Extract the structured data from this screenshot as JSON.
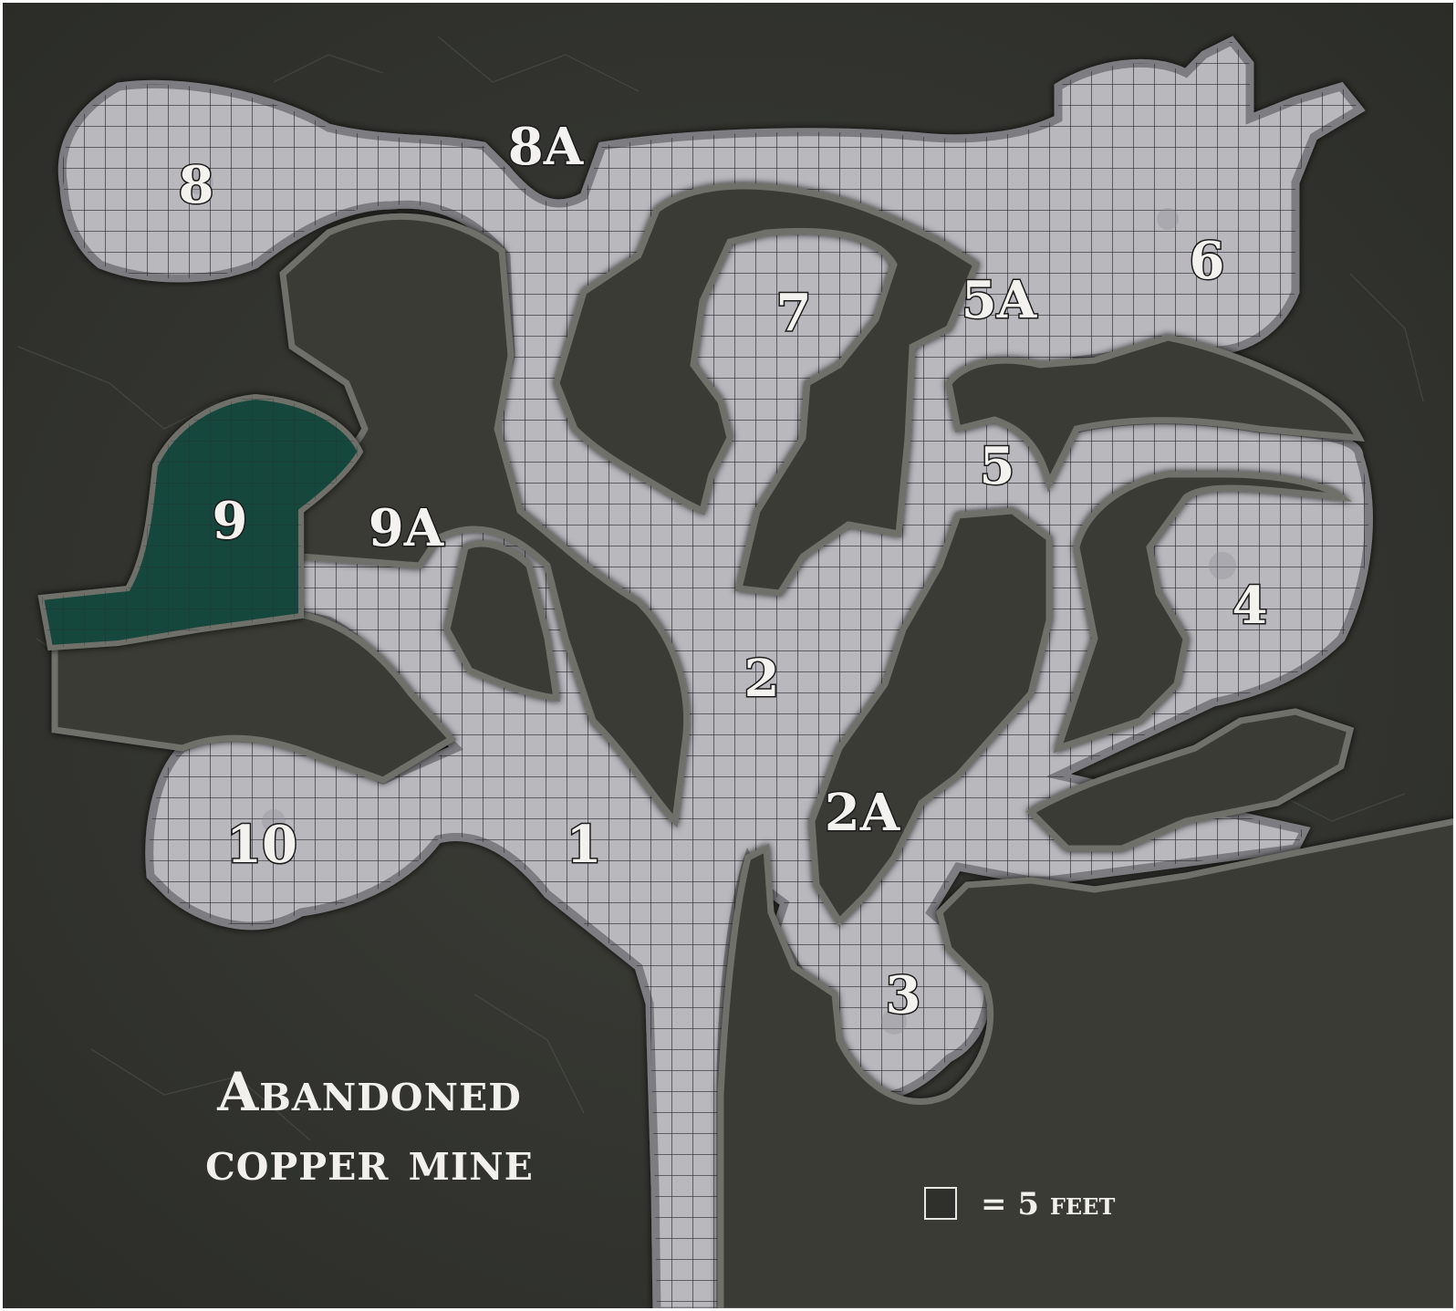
{
  "map": {
    "title_line1": "Abandoned",
    "title_line2": "copper mine",
    "scale_text": "= 5 feet",
    "colors": {
      "rock": "#34352f",
      "rock_light": "#4a4b44",
      "floor": "#b9b8bd",
      "grid": "#2a2a2e",
      "water": "#11493e",
      "label": "#f4f2ee"
    },
    "areas": {
      "a1": "1",
      "a2": "2",
      "a2a": "2A",
      "a3": "3",
      "a4": "4",
      "a5": "5",
      "a5a": "5A",
      "a6": "6",
      "a7": "7",
      "a8": "8",
      "a8a": "8A",
      "a9": "9",
      "a9a": "9A",
      "a10": "10"
    }
  }
}
